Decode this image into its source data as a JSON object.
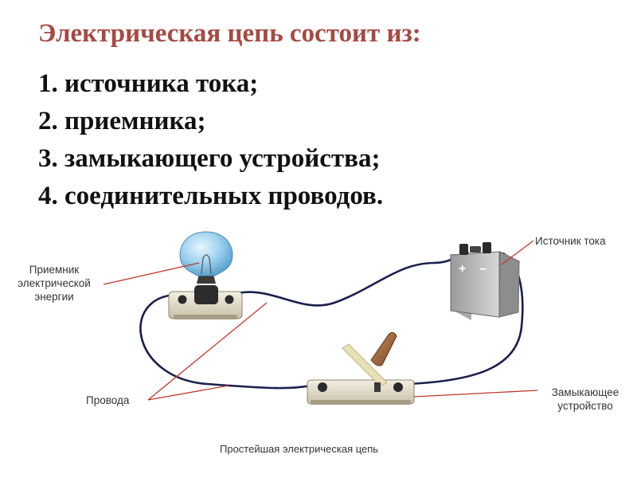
{
  "heading": "Электрическая цепь состоит из:",
  "items": [
    "1. источника тока;",
    "2. приемника;",
    "3. замыкающего устройства;",
    "4. соединительных проводов."
  ],
  "diagram": {
    "label_receiver": "Приемник\nэлектрической\nэнергии",
    "label_source": "Источник тока",
    "label_wires": "Провода",
    "label_switch": "Замыкающее\nустройство",
    "caption": "Простейшая электрическая цепь",
    "battery_plus": "+",
    "battery_minus": "−"
  },
  "colors": {
    "heading": "#a54a43",
    "pointer_lines": "#c0392b",
    "wire": "#1a1f4e",
    "bulb_glass": "#9fd3f0"
  }
}
